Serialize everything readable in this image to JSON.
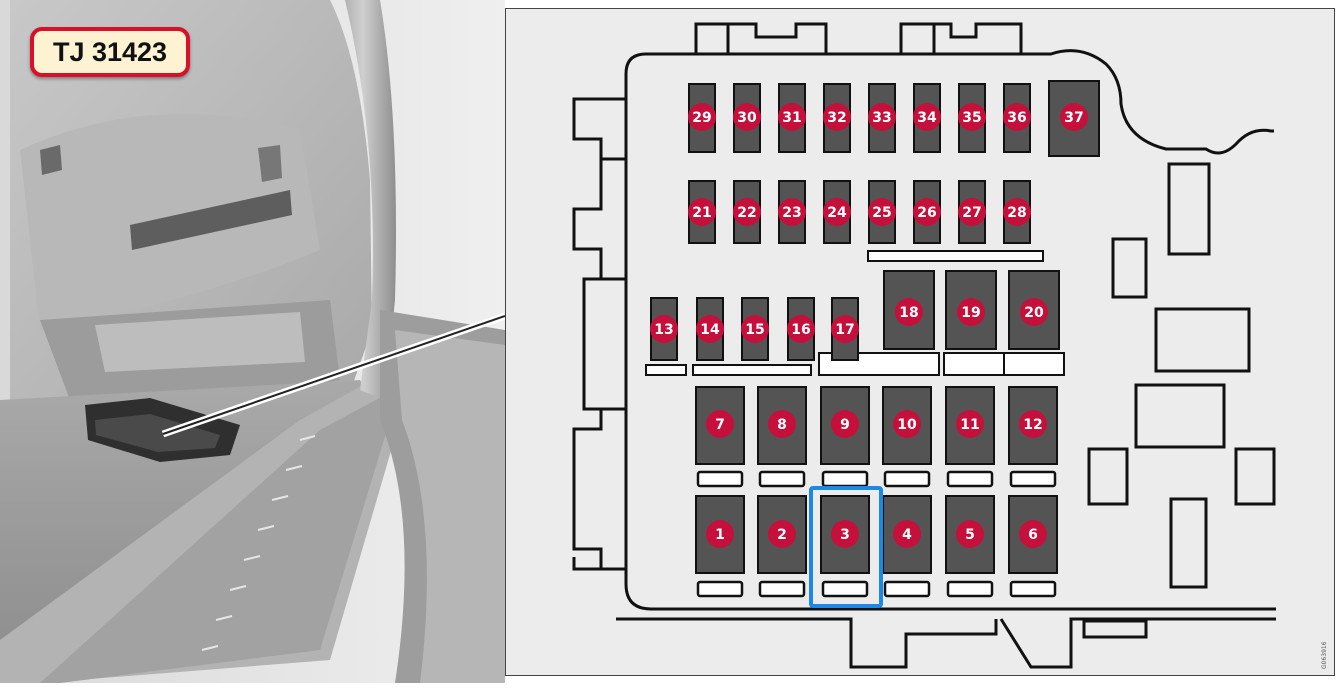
{
  "reference_code": "TJ 31423",
  "image_id": "G063916",
  "highlighted_fuse": "3",
  "colors": {
    "fuse_fill": "#545454",
    "marker_fill": "#c4103a",
    "highlight": "#1e88e5",
    "diagram_bg": "#ececec",
    "label_border": "#d8102a",
    "label_bg": "#fdf3d2"
  },
  "fuses": [
    {
      "id": "f1",
      "number": "1"
    },
    {
      "id": "f2",
      "number": "2"
    },
    {
      "id": "f3",
      "number": "3"
    },
    {
      "id": "f4",
      "number": "4"
    },
    {
      "id": "f5",
      "number": "5"
    },
    {
      "id": "f6",
      "number": "6"
    },
    {
      "id": "f7",
      "number": "7"
    },
    {
      "id": "f8",
      "number": "8"
    },
    {
      "id": "f9",
      "number": "9"
    },
    {
      "id": "f10",
      "number": "10"
    },
    {
      "id": "f11",
      "number": "11"
    },
    {
      "id": "f12",
      "number": "12"
    },
    {
      "id": "f13",
      "number": "13"
    },
    {
      "id": "f14",
      "number": "14"
    },
    {
      "id": "f15",
      "number": "15"
    },
    {
      "id": "f16",
      "number": "16"
    },
    {
      "id": "f17",
      "number": "17"
    },
    {
      "id": "f18",
      "number": "18"
    },
    {
      "id": "f19",
      "number": "19"
    },
    {
      "id": "f20",
      "number": "20"
    },
    {
      "id": "f21",
      "number": "21"
    },
    {
      "id": "f22",
      "number": "22"
    },
    {
      "id": "f23",
      "number": "23"
    },
    {
      "id": "f24",
      "number": "24"
    },
    {
      "id": "f25",
      "number": "25"
    },
    {
      "id": "f26",
      "number": "26"
    },
    {
      "id": "f27",
      "number": "27"
    },
    {
      "id": "f28",
      "number": "28"
    },
    {
      "id": "f29",
      "number": "29"
    },
    {
      "id": "f30",
      "number": "30"
    },
    {
      "id": "f31",
      "number": "31"
    },
    {
      "id": "f32",
      "number": "32"
    },
    {
      "id": "f33",
      "number": "33"
    },
    {
      "id": "f34",
      "number": "34"
    },
    {
      "id": "f35",
      "number": "35"
    },
    {
      "id": "f36",
      "number": "36"
    },
    {
      "id": "f37",
      "number": "37"
    }
  ]
}
